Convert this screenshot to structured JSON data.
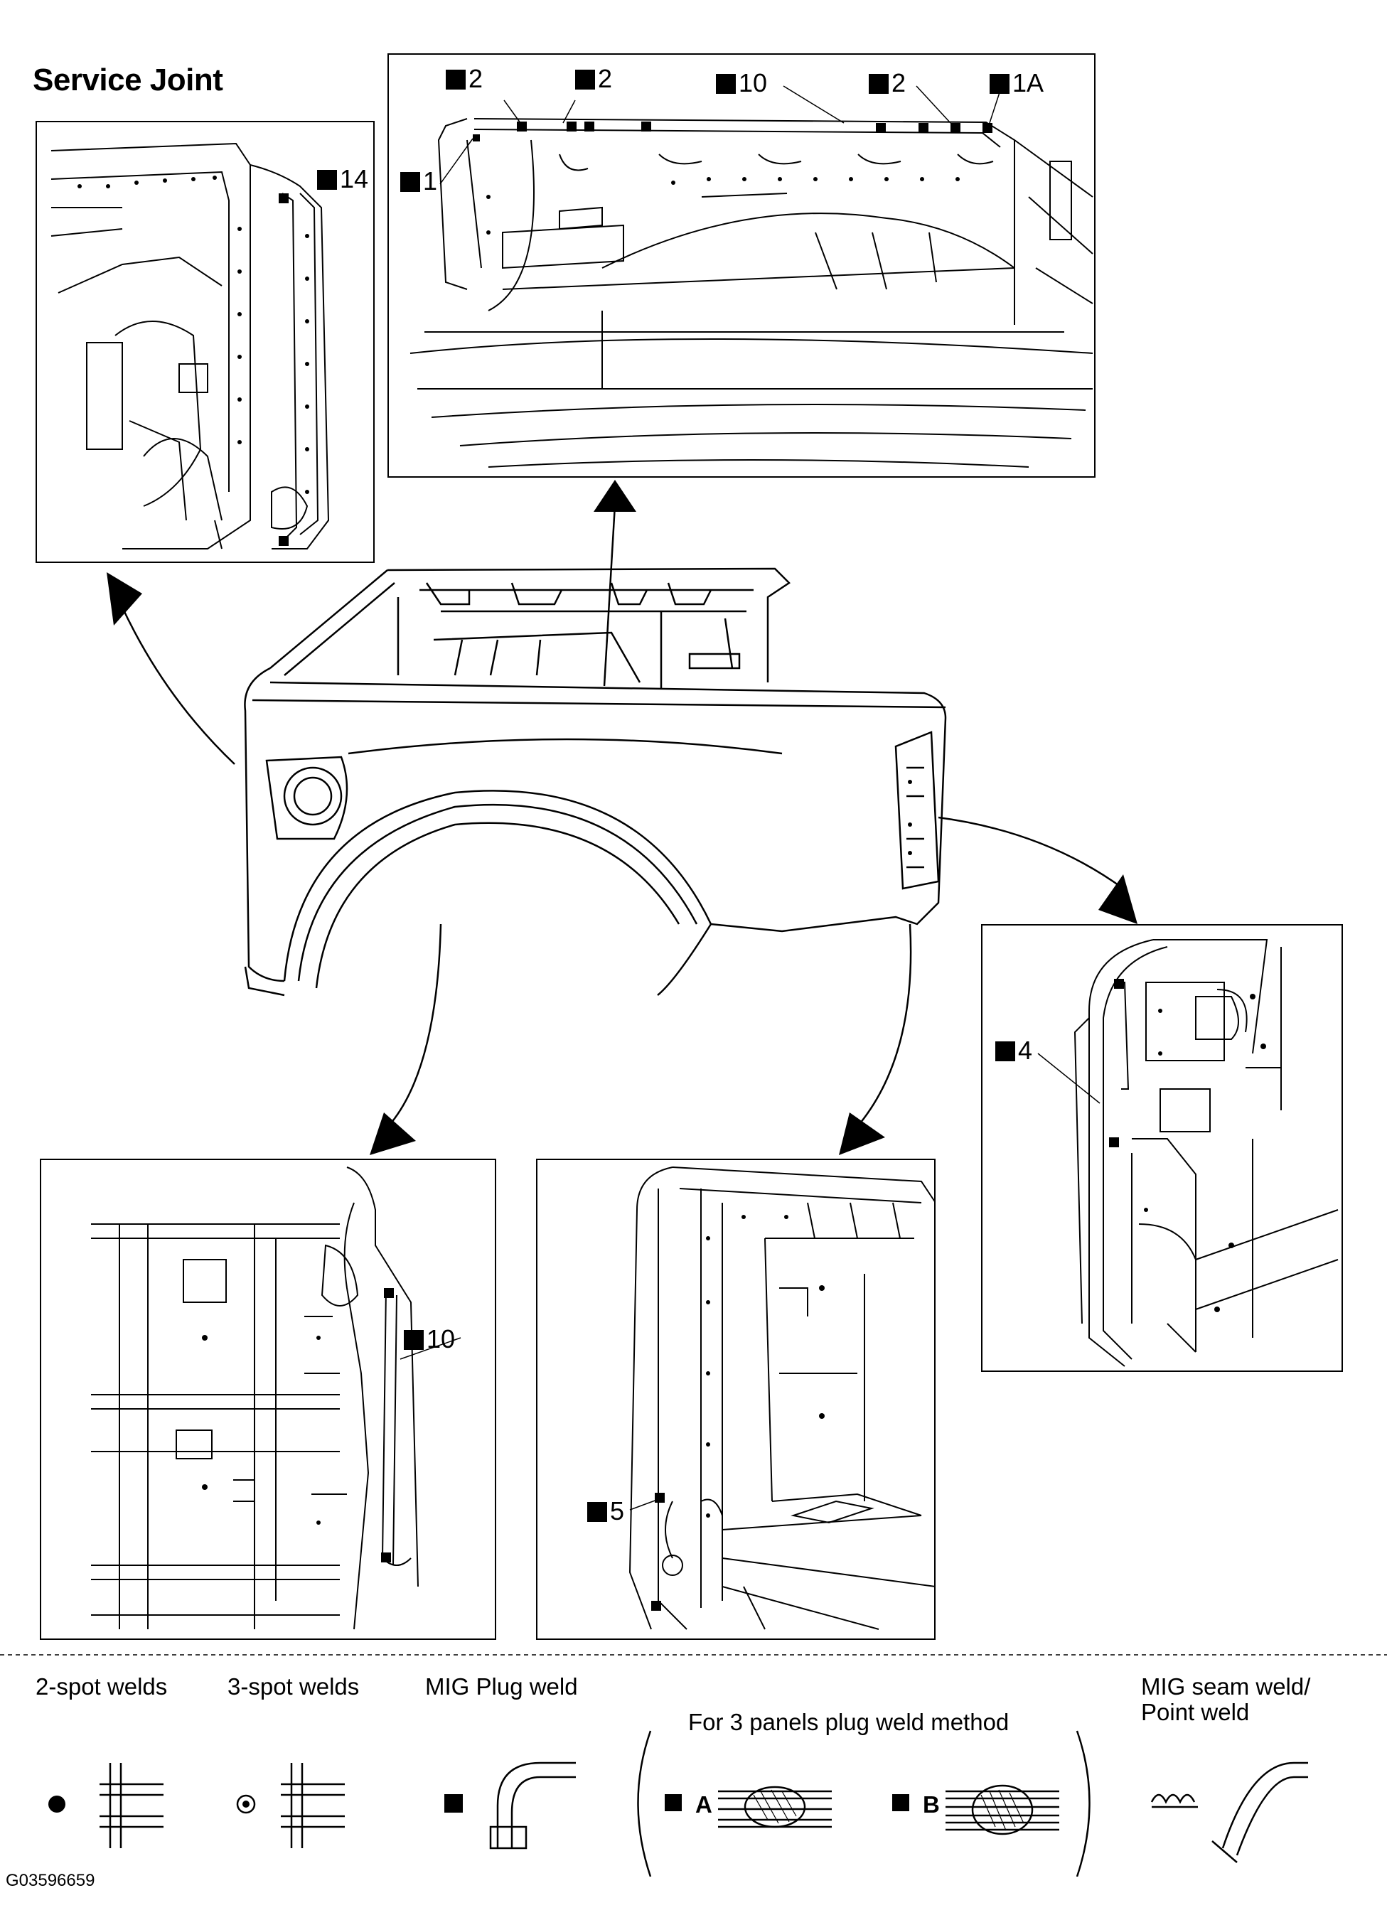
{
  "title": "Service Joint",
  "figure_code": "G03596659",
  "callouts": {
    "top_left_14": "14",
    "top_1": "1",
    "top_2a": "2",
    "top_2b": "2",
    "top_10": "10",
    "top_2c": "2",
    "top_1A": "1A",
    "right_4": "4",
    "bottom_left_10": "10",
    "bottom_mid_5": "5"
  },
  "legend": {
    "two_spot": "2-spot welds",
    "three_spot": "3-spot welds",
    "mig_plug": "MIG Plug weld",
    "three_panels": "For 3 panels plug weld method",
    "method_a": "A",
    "method_b": "B",
    "mig_seam": "MIG seam weld/",
    "point_weld": "Point weld"
  }
}
